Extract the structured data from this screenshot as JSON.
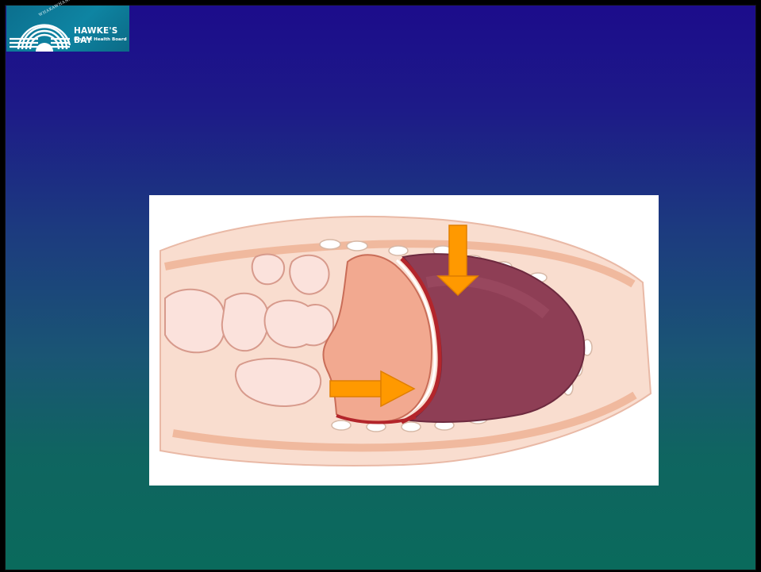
{
  "logo": {
    "brand": "HAWKE'S BAY",
    "subtitle": "District Health Board",
    "maori": "WHAKAWHANAUNGATANGA",
    "icon": "hawkes-bay-dhb-logo"
  },
  "illustration": {
    "subject": "abdominal-cross-section",
    "arrows": [
      "arrow-down",
      "arrow-right"
    ],
    "arrow_color": "#ff9900"
  },
  "colors": {
    "gradient_top": "#1c0c8b",
    "gradient_bottom": "#0a6a5c"
  }
}
